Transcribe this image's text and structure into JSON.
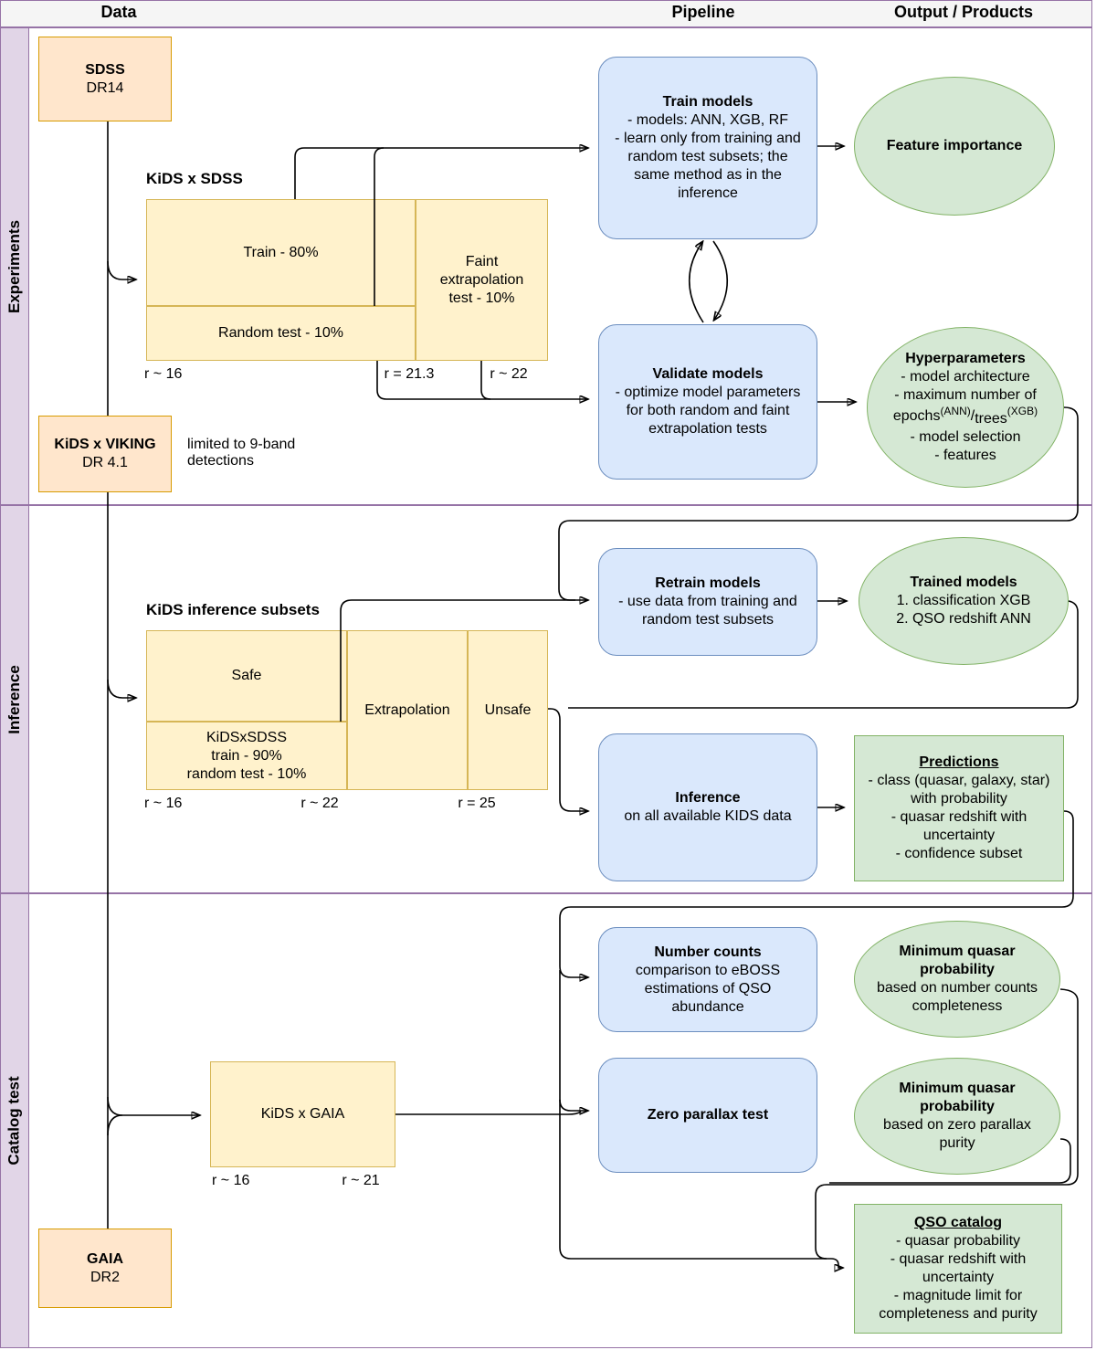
{
  "header": {
    "data": "Data",
    "pipeline": "Pipeline",
    "output_products": "Output / Products"
  },
  "bands": {
    "experiments": "Experiments",
    "inference": "Inference",
    "catalog_test": "Catalog test"
  },
  "experiments": {
    "sdss": {
      "name": "SDSS",
      "release": "DR14"
    },
    "kids_viking": {
      "name": "KiDS x VIKING",
      "release": "DR 4.1",
      "note": "limited to 9-band\ndetections"
    },
    "kids_sdss": {
      "label": "KiDS x SDSS",
      "train": "Train - 80%",
      "random_test": "Random test - 10%",
      "faint_test": "Faint\nextrapolation\ntest - 10%",
      "r_left": "r ~ 16",
      "r_mid": "r = 21.3",
      "r_right": "r ~ 22"
    },
    "train_models": {
      "title": "Train models",
      "body": "- models: ANN, XGB, RF\n- learn only from training and random test subsets; the same method as in the inference"
    },
    "validate_models": {
      "title": "Validate models",
      "body": "- optimize model parameters for both random and faint extrapolation tests"
    },
    "feature_importance": {
      "title": "Feature importance"
    },
    "hyperparameters": {
      "title": "Hyperparameters",
      "line1": "- model architecture",
      "line2": "- maximum number of",
      "epochs": "epochs",
      "ann": "(ANN)",
      "slash": "/",
      "trees": "trees",
      "xgb": "(XGB)",
      "line3": "- model selection",
      "line4": "- features"
    }
  },
  "inference": {
    "kids_subsets": {
      "label": "KiDS inference subsets",
      "safe": "Safe",
      "kids_sdss": "KiDSxSDSS\ntrain - 90%\nrandom test - 10%",
      "extrapolation": "Extrapolation",
      "unsafe": "Unsafe",
      "r_left": "r ~ 16",
      "r_mid": "r ~ 22",
      "r_right": "r = 25"
    },
    "retrain_models": {
      "title": "Retrain models",
      "body": "- use data from training and random test subsets"
    },
    "trained_models": {
      "title": "Trained models",
      "body": "1. classification XGB\n2. QSO redshift ANN"
    },
    "inference_step": {
      "title": "Inference",
      "body": "on all available KIDS data"
    },
    "predictions": {
      "title": "Predictions",
      "body": "- class (quasar, galaxy, star) with probability\n- quasar redshift with uncertainty\n- confidence subset"
    }
  },
  "catalog": {
    "gaia": {
      "name": "GAIA",
      "release": "DR2"
    },
    "kids_gaia": {
      "label": "KiDS x GAIA",
      "r_left": "r ~ 16",
      "r_right": "r ~ 21"
    },
    "number_counts": {
      "title": "Number counts",
      "body": "comparison to eBOSS estimations of QSO abundance"
    },
    "zero_parallax": {
      "title": "Zero parallax test"
    },
    "mqp_counts": {
      "title": "Minimum quasar probability",
      "body": "based on number counts completeness"
    },
    "mqp_parallax": {
      "title": "Minimum quasar probability",
      "body": "based on zero parallax purity"
    },
    "qso_catalog": {
      "title": "QSO catalog",
      "body": "- quasar probability\n- quasar redshift with uncertainty\n- magnitude limit for completeness and purity"
    }
  },
  "colors": {
    "orange_fill": "#FFE6CC",
    "orange_stroke": "#D79B00",
    "yellow_fill": "#FFF2CC",
    "yellow_stroke": "#D6B656",
    "blue_fill": "#DAE8FC",
    "blue_stroke": "#6C8EBF",
    "green_fill": "#D5E8D4",
    "green_stroke": "#82B366",
    "purple_fill": "#E1D5E7",
    "purple_stroke": "#9673A6",
    "header_fill": "#F5F5F5",
    "line": "#000000"
  }
}
